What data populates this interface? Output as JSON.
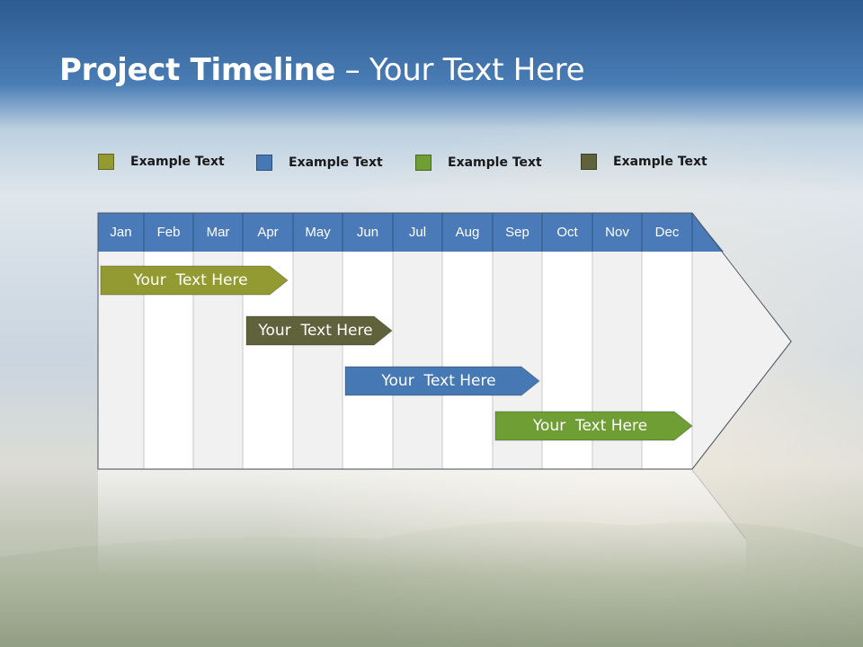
{
  "slide": {
    "title_bold": "Project Timeline",
    "title_rest": " – Your Text Here"
  },
  "legend": [
    {
      "label": "Example Text",
      "color": "#949a32"
    },
    {
      "label": "Example Text",
      "color": "#4678b4"
    },
    {
      "label": "Example Text",
      "color": "#6e9e34"
    },
    {
      "label": "Example Text",
      "color": "#5f623a"
    }
  ],
  "timeline": {
    "months": [
      "Jan",
      "Feb",
      "Mar",
      "Apr",
      "May",
      "Jun",
      "Jul",
      "Aug",
      "Sep",
      "Oct",
      "Nov",
      "Dec"
    ],
    "header_color": "#4a7ab8",
    "bars": [
      {
        "label": "Your  Text Here",
        "color": "#949a32",
        "start_month": "Jan",
        "end_month": "Apr"
      },
      {
        "label": "Your  Text Here",
        "color": "#5f623a",
        "start_month": "Apr",
        "end_month": "Jun"
      },
      {
        "label": "Your  Text Here",
        "color": "#4678b4",
        "start_month": "Jun",
        "end_month": "Sep"
      },
      {
        "label": "Your  Text Here",
        "color": "#6e9e34",
        "start_month": "Sep",
        "end_month": "Dec"
      }
    ]
  }
}
